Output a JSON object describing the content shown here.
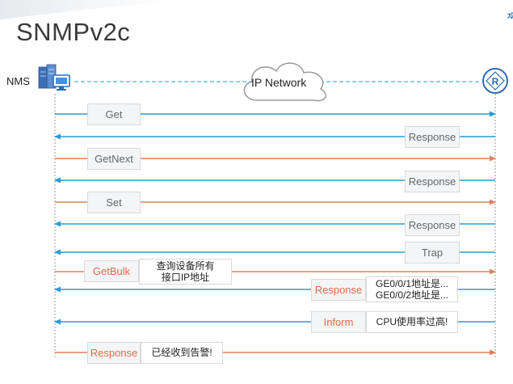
{
  "title": "SNMPv2c",
  "nms_label": "NMS",
  "network_label": "IP Network",
  "router_symbol": "R",
  "icons": {
    "nms": "server-computer-icon",
    "network": "cloud-icon",
    "agent": "router-icon"
  },
  "colors": {
    "blue_arrow": "#2a9bd8",
    "red_arrow": "#e0805e",
    "label_red": "#e06c4a",
    "label_gray": "#666666",
    "dashed_line": "#5aaee0"
  },
  "messages": [
    {
      "label": "Get",
      "direction": "to-agent"
    },
    {
      "label": "Response",
      "direction": "to-nms"
    },
    {
      "label": "GetNext",
      "direction": "to-agent"
    },
    {
      "label": "Response",
      "direction": "to-nms"
    },
    {
      "label": "Set",
      "direction": "to-agent"
    },
    {
      "label": "Response",
      "direction": "to-nms"
    },
    {
      "label": "Trap",
      "direction": "to-nms"
    },
    {
      "label": "GetBulk",
      "direction": "to-agent",
      "note": [
        "查询设备所有",
        "接口IP地址"
      ]
    },
    {
      "label": "Response",
      "direction": "to-nms",
      "note": [
        "GE0/0/1地址是...",
        "GE0/0/2地址是..."
      ]
    },
    {
      "label": "Inform",
      "direction": "to-nms",
      "note": [
        "CPU使用率过高!"
      ]
    },
    {
      "label": "Response",
      "direction": "to-agent",
      "note": [
        "已经收到告警!"
      ]
    }
  ]
}
